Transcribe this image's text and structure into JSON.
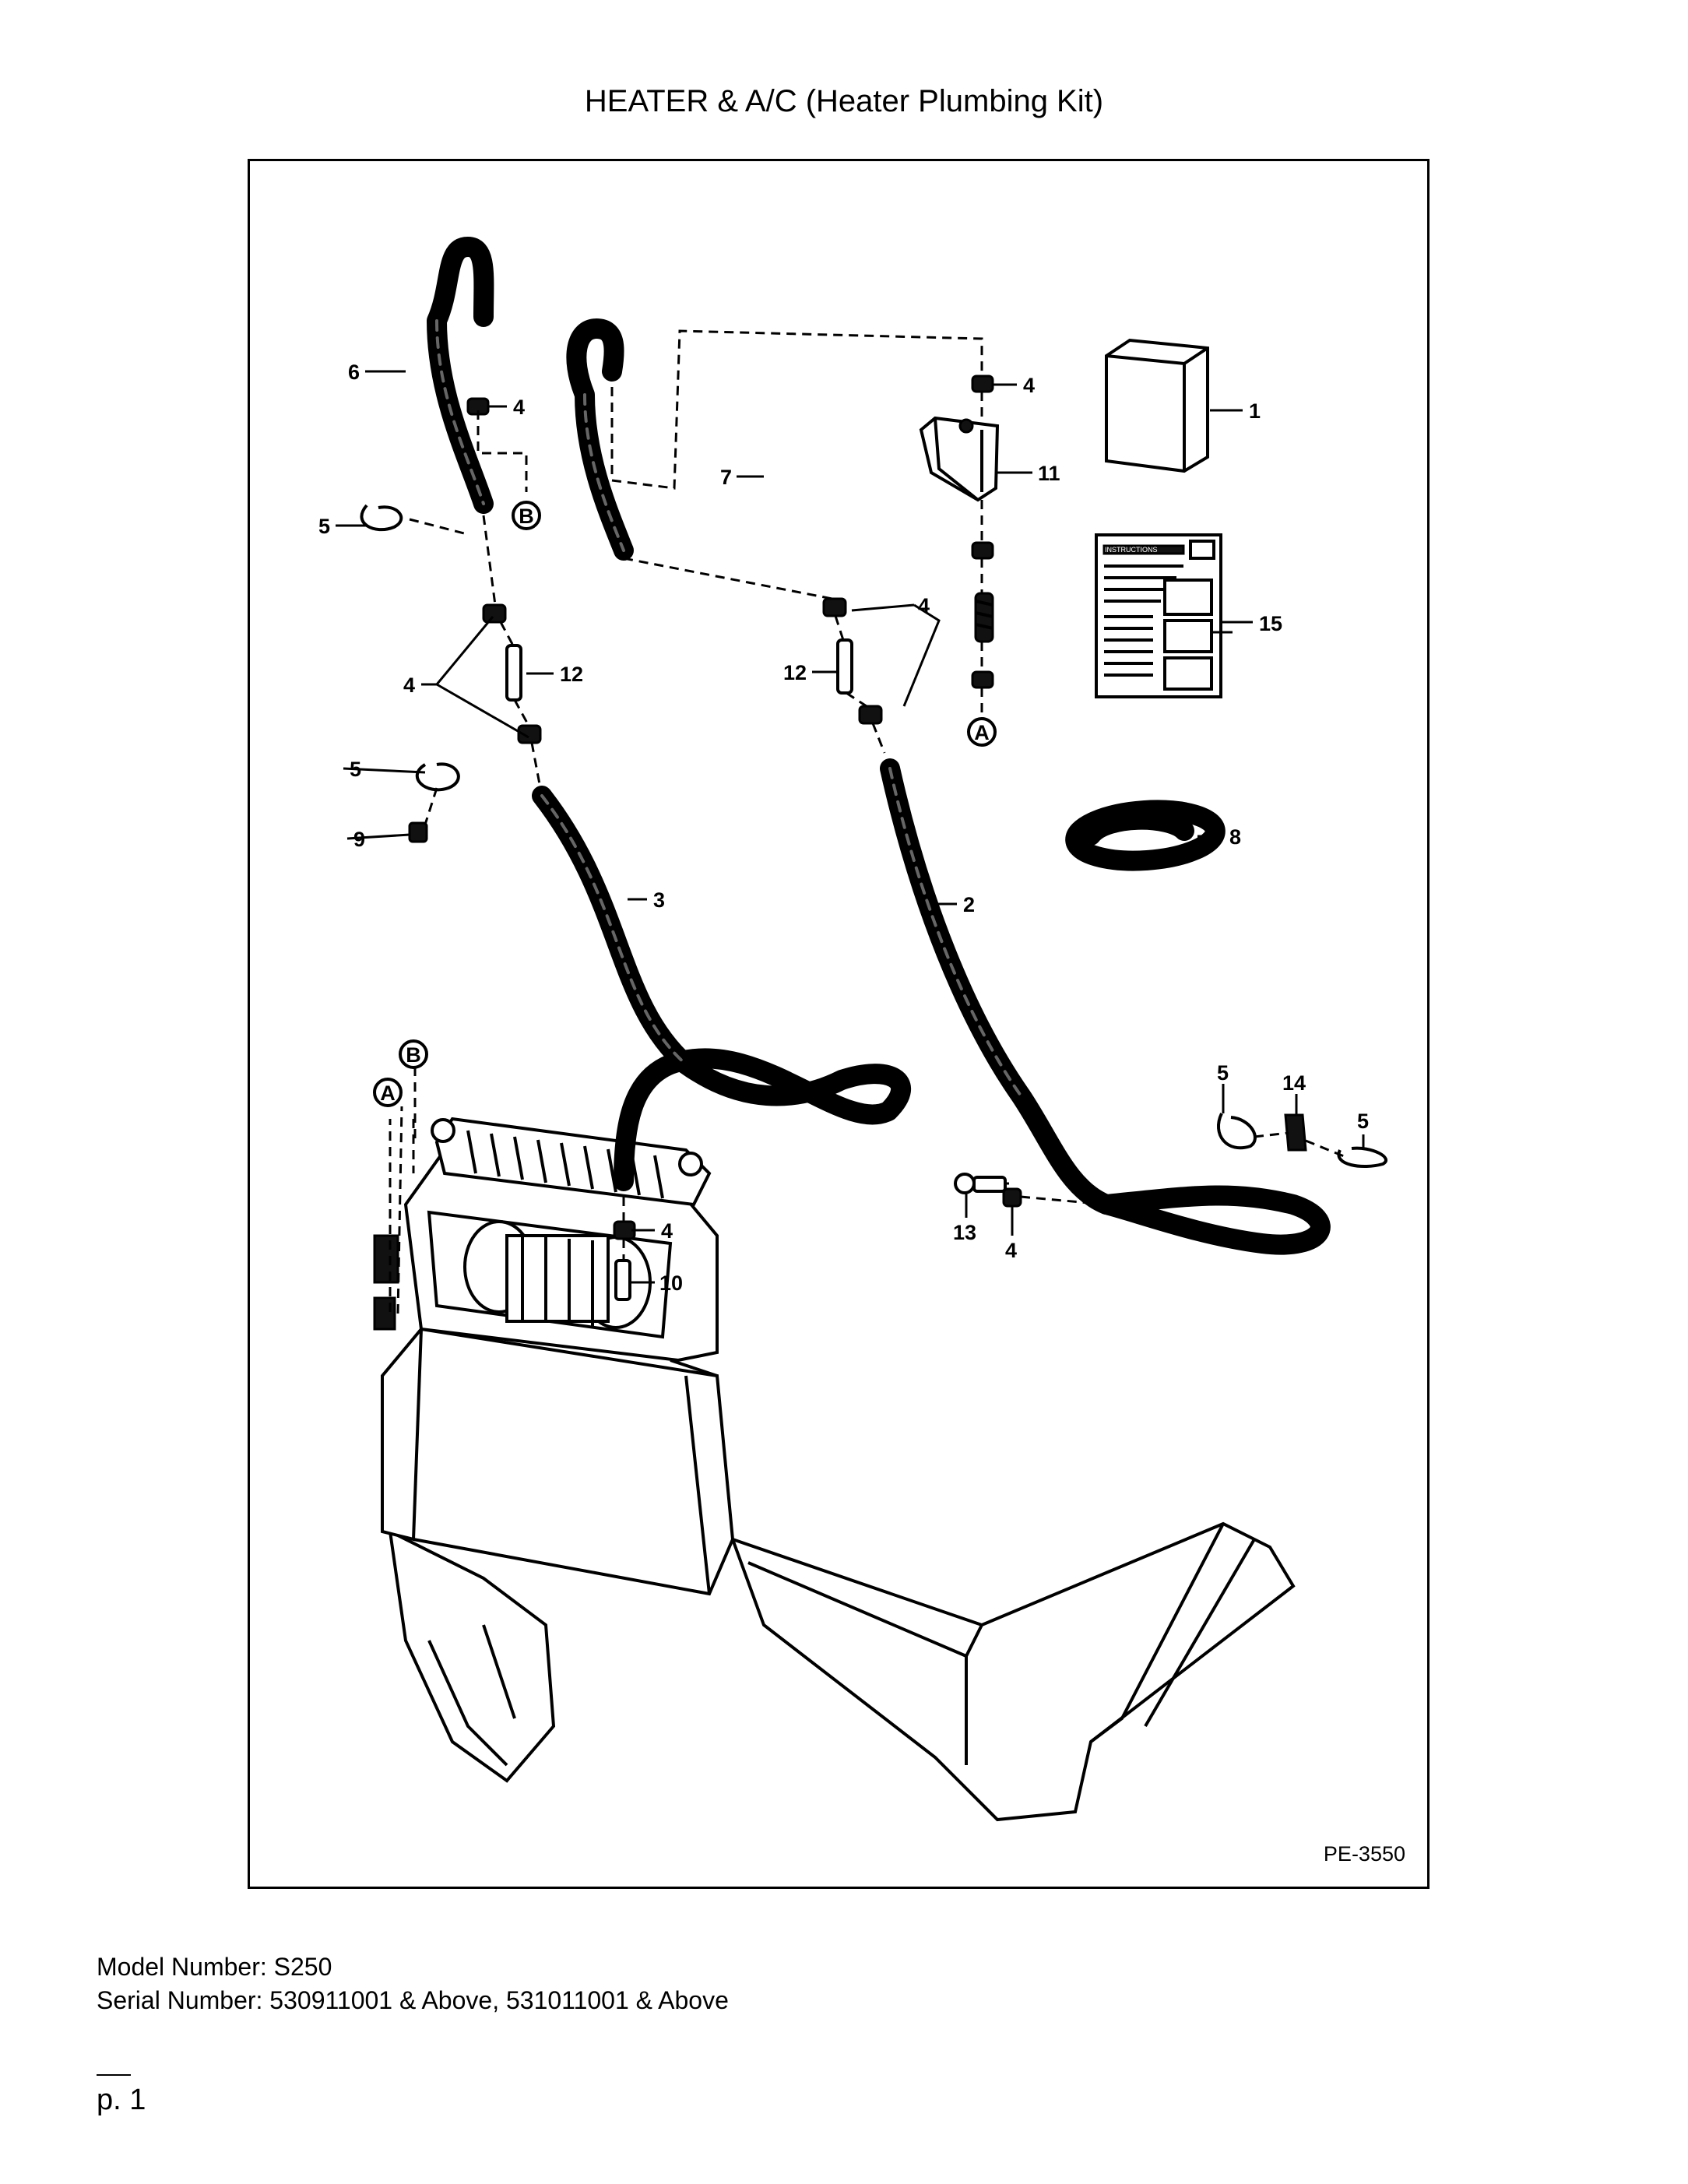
{
  "title": "HEATER & A/C (Heater Plumbing Kit)",
  "drawing_code": "PE-3550",
  "model_number": "Model Number: S250",
  "serial_number": "Serial Number: 530911001 & Above, 531011001 & Above",
  "page_number": "p. 1",
  "instructions_label": "INSTRUCTIONS",
  "connectors": {
    "a": "A",
    "b": "B"
  },
  "callouts": {
    "c1": "1",
    "c2": "2",
    "c3": "3",
    "c4_top_left": "4",
    "c4_bracket_left": "4",
    "c4_top_right": "4",
    "c4_bracket_right": "4",
    "c4_lower": "4",
    "c4_bottom_right": "4",
    "c5_top": "5",
    "c5_mid": "5",
    "c5_right_a": "5",
    "c5_right_b": "5",
    "c6": "6",
    "c7": "7",
    "c8": "8",
    "c9": "9",
    "c10": "10",
    "c11": "11",
    "c12_left": "12",
    "c12_right": "12",
    "c13": "13",
    "c14": "14",
    "c15": "15"
  }
}
